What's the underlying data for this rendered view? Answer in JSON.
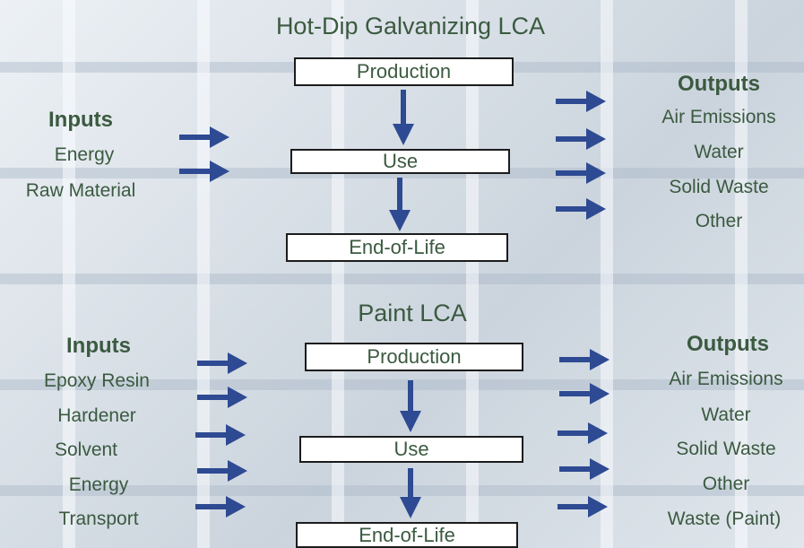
{
  "colors": {
    "text": "#3b5a40",
    "arrow": "#2e4a92",
    "box_border": "#1c1c1c"
  },
  "galvanizing": {
    "title": "Hot-Dip Galvanizing LCA",
    "stages": [
      "Production",
      "Use",
      "End-of-Life"
    ],
    "inputs_heading": "Inputs",
    "inputs": [
      "Energy",
      "Raw Material"
    ],
    "outputs_heading": "Outputs",
    "outputs": [
      "Air Emissions",
      "Water",
      "Solid Waste",
      "Other"
    ]
  },
  "paint": {
    "title": "Paint LCA",
    "stages": [
      "Production",
      "Use",
      "End-of-Life"
    ],
    "inputs_heading": "Inputs",
    "inputs": [
      "Epoxy Resin",
      "Hardener",
      "Solvent",
      "Energy",
      "Transport"
    ],
    "outputs_heading": "Outputs",
    "outputs": [
      "Air Emissions",
      "Water",
      "Solid Waste",
      "Other",
      "Waste (Paint)"
    ]
  }
}
